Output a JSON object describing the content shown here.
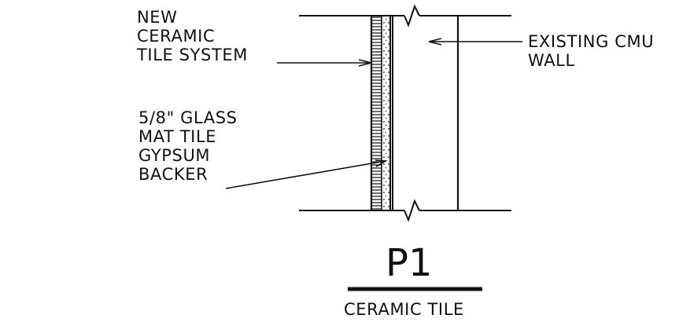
{
  "labels": {
    "tile_system": [
      "NEW",
      "CERAMIC",
      "TILE SYSTEM"
    ],
    "backer": [
      "5/8\" GLASS",
      "MAT TILE",
      "GYPSUM",
      "BACKER"
    ],
    "cmu_wall": [
      "EXISTING CMU",
      "WALL"
    ]
  },
  "detail": {
    "tag": "P1",
    "caption": "CERAMIC TILE"
  }
}
